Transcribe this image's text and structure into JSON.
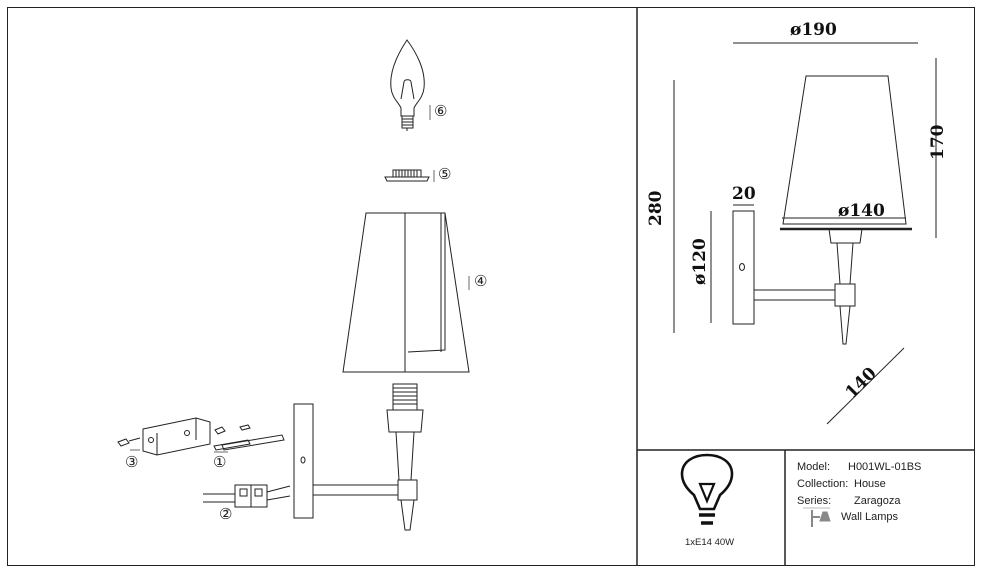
{
  "exploded_view": {
    "callouts": [
      "①",
      "②",
      "③",
      "④",
      "⑤",
      "⑥"
    ]
  },
  "dimensions": {
    "shade_top_diameter": "ø190",
    "shade_bottom_diameter": "ø140",
    "total_height": "280",
    "shade_height": "170",
    "backplate_width": "20",
    "backplate_diameter": "ø120",
    "projection": "140"
  },
  "bulb_box": {
    "icon": "light-bulb-icon",
    "spec": "1xE14 40W"
  },
  "info": {
    "model_label": "Model:",
    "model_value": "H001WL-01BS",
    "collection_label": "Collection:",
    "collection_value": "House",
    "series_label": "Series:",
    "series_value": "Zaragoza",
    "type_icon": "wall-lamp-icon",
    "type_value": "Wall Lamps"
  }
}
